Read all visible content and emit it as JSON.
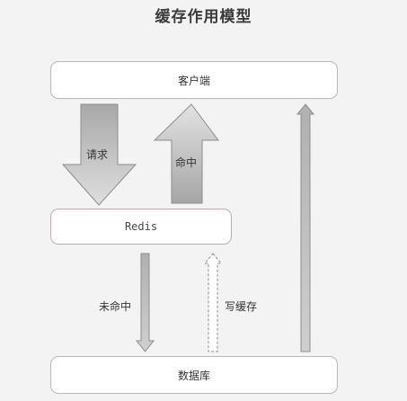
{
  "diagram": {
    "title": "缓存作用模型",
    "nodes": {
      "client": "客户端",
      "redis": "Redis",
      "database": "数据库"
    },
    "edges": {
      "request": "请求",
      "hit": "命中",
      "miss": "未命中",
      "write_cache": "写缓存"
    }
  }
}
